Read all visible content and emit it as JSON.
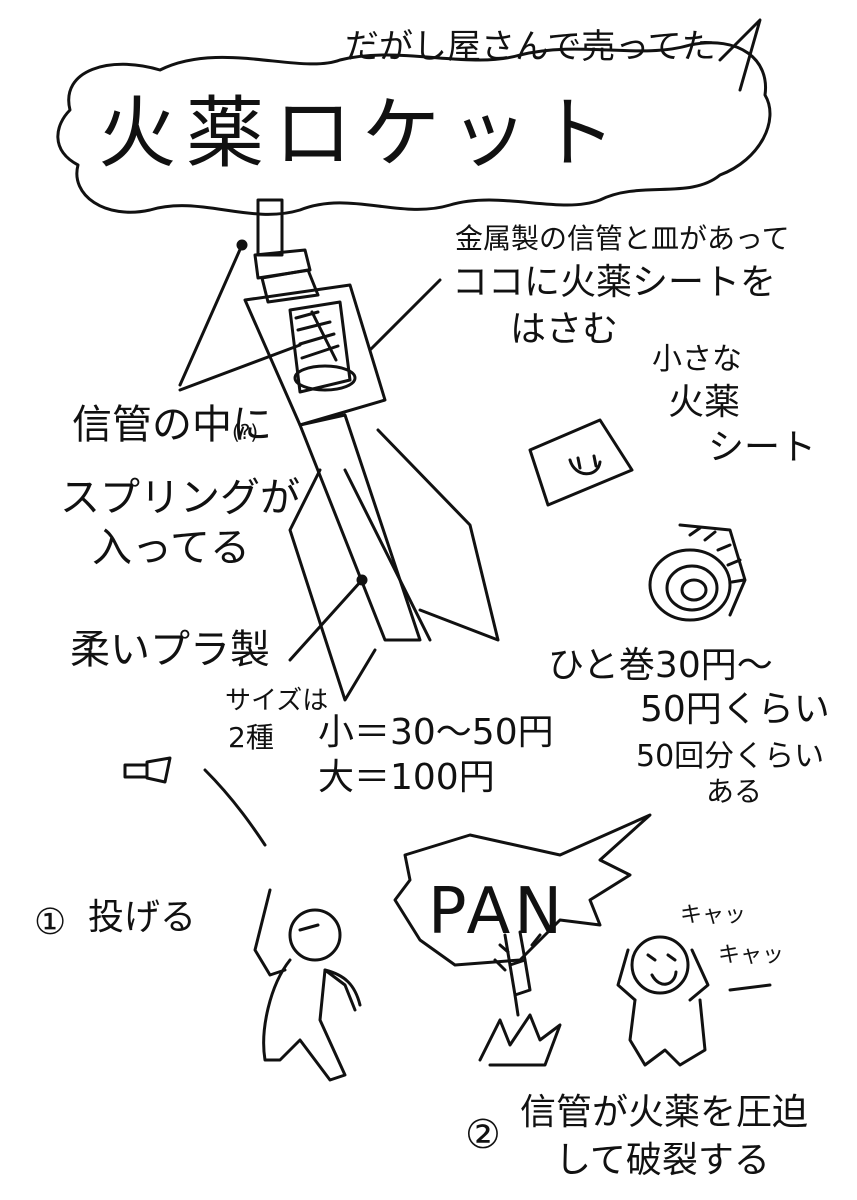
{
  "title": {
    "subtitle": "だがし屋さんで売ってた",
    "main": "火薬ロケット"
  },
  "annotations": {
    "fuse_note": [
      "金属製の信管と皿があって",
      "ココに火薬シートを",
      "はさむ"
    ],
    "spring_note": [
      "信管の中に",
      "(?)",
      "スプリングが",
      "入ってる"
    ],
    "plastic_note": "柔いプラ製",
    "size_note": {
      "heading": [
        "サイズは",
        "2種"
      ],
      "small": "小＝30～50円",
      "large": "大＝100円"
    },
    "sheet_note": [
      "小さな",
      "火薬",
      "シート"
    ],
    "roll_note": [
      "ひと巻30円～",
      "50円くらい"
    ],
    "count_note": [
      "50回分くらい",
      "ある"
    ],
    "step1": {
      "number": "①",
      "text": "投げる"
    },
    "step2": {
      "number": "②",
      "lines": [
        "信管が火薬を圧迫",
        "して破裂する"
      ]
    },
    "sound": "PAN",
    "scream": [
      "キャッ",
      "キャッ"
    ]
  }
}
